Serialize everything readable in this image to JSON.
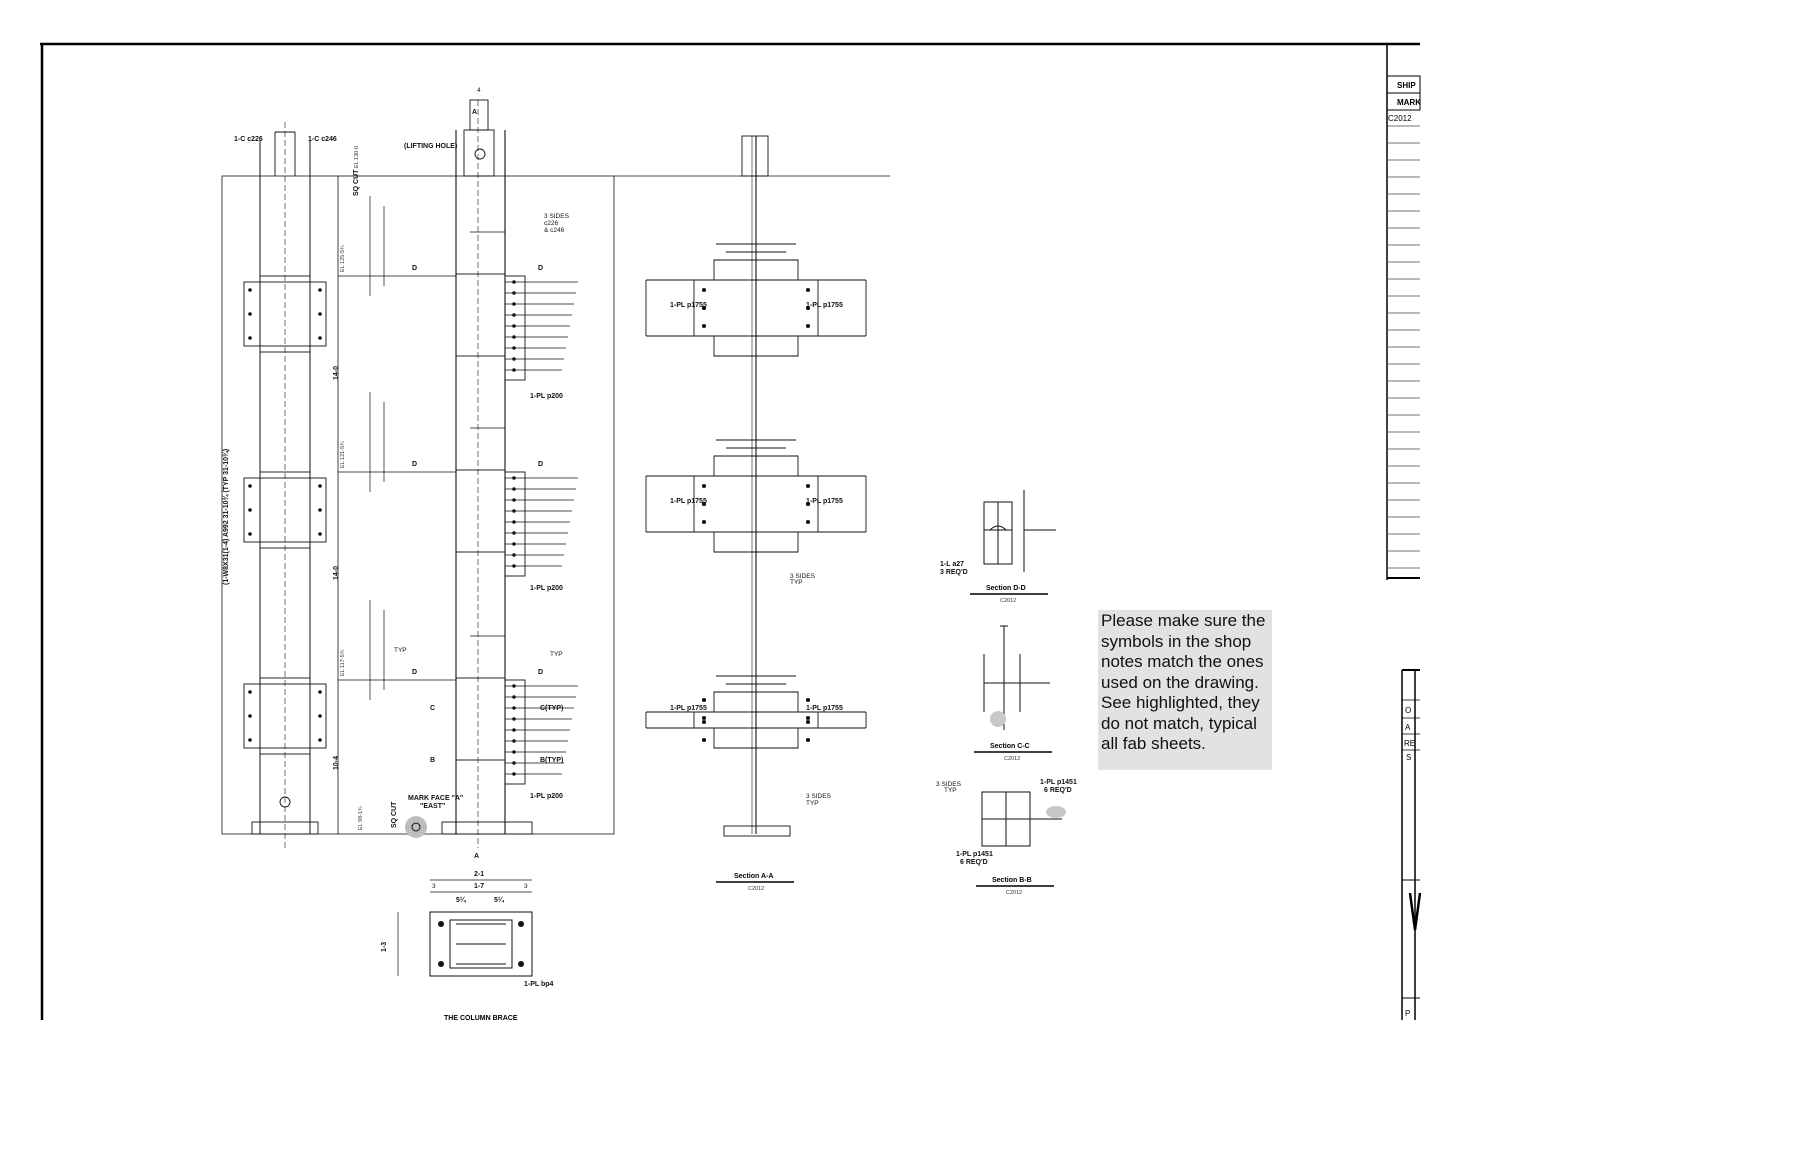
{
  "comment": {
    "text": "Please make sure the symbols in the shop notes match the ones used on the drawing. See highlighted, they do not match, typical all fab sheets."
  },
  "title_block": {
    "ship_label": "SHIP",
    "mark_label": "MARK",
    "mark_value": "C2012",
    "rev_rows": [
      "O",
      "A",
      "RE",
      "S"
    ],
    "bottom_letter": "P"
  },
  "elevation": {
    "top_left_callout": "1-C c226",
    "top_right_callout": "1-C c246",
    "member_label": "(1-W8X31(1-4) A992 31-10¾ (TYP 31-10¾)",
    "lifting_hole": "(LIFTING HOLE)",
    "three_sides": "3 SIDES",
    "c226": "c226",
    "c246": "& c246",
    "so_cut": "SQ CUT",
    "section_a": "A",
    "section_d": "D",
    "section_c": "C",
    "section_b": "B",
    "c_typ": "C(TYP)",
    "b_typ": "B(TYP)",
    "typ": "TYP",
    "pl_p200": "1-PL p200",
    "mark_face": "MARK FACE \"A\"",
    "east": "\"EAST\"",
    "el_top": "EL 130-0",
    "el_1": "EL 125-5¾",
    "el_2": "EL 121-5¾",
    "el_3": "EL 117-5¾",
    "el_bot": "EL 98-1¾",
    "dim_14_0": "14-0",
    "dim_10_4": "10-4",
    "dim_4": "4"
  },
  "section_aa": {
    "title": "Section A-A",
    "sub": "C2012",
    "pl_left": "1-PL p1755",
    "pl_right": "1-PL p1755",
    "three_sides": "3 SIDES",
    "typ": "TYP"
  },
  "section_dd": {
    "title": "Section D-D",
    "sub": "C2012",
    "callout": "1-L a27",
    "callout2": "3 REQ'D"
  },
  "section_cc": {
    "title": "Section C-C",
    "sub": "C2012"
  },
  "section_bb": {
    "title": "Section B-B",
    "sub": "C2012",
    "callout_top": "1-PL p1451",
    "callout_top2": "6 REQ'D",
    "callout_bot": "1-PL p1451",
    "callout_bot2": "6 REQ'D",
    "three_sides": "3 SIDES",
    "typ": "TYP"
  },
  "base_plate": {
    "dim_overall": "2-1",
    "dim_inner": "1-7",
    "dim_left": "3",
    "dim_right": "3",
    "dim_a": "5¼",
    "dim_b": "5¼",
    "dim_side": "1-3",
    "callout": "1-PL bp4",
    "title": "THE COLUMN BRACE"
  }
}
